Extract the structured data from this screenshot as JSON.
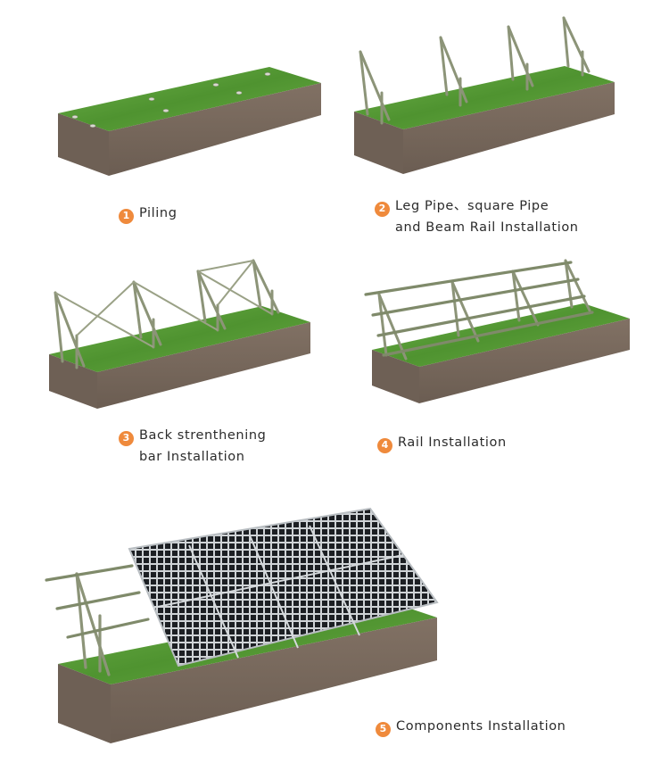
{
  "steps": [
    {
      "number": "1",
      "line1": "Piling",
      "line2": ""
    },
    {
      "number": "2",
      "line1": "Leg Pipe、square Pipe",
      "line2": "and Beam Rail Installation"
    },
    {
      "number": "3",
      "line1": "Back strenthening",
      "line2": "bar Installation"
    },
    {
      "number": "4",
      "line1": "Rail Installation",
      "line2": ""
    },
    {
      "number": "5",
      "line1": "Components Installation",
      "line2": ""
    }
  ],
  "colors": {
    "grass": "#5d9e3a",
    "soil": "#7a6a5e",
    "steel": "#8c9478",
    "panel_frame": "#cfd3d6",
    "panel_cell": "#1c1f23",
    "badge": "#ef8a3c"
  }
}
